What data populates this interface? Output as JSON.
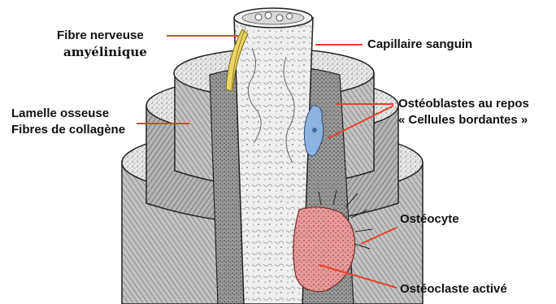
{
  "labels": {
    "fibre_nerveuse_line1": "Fibre nerveuse",
    "fibre_nerveuse_line2": "amyélinique",
    "capillaire": "Capillaire sanguin",
    "lamelle_line1": "Lamelle osseuse",
    "lamelle_line2": "Fibres de collagène",
    "osteoblastes_line1": "Ostéoblastes  au repos",
    "osteoblastes_line2": "« Cellules bordantes »",
    "osteocyte": "Ostéocyte",
    "osteoclaste": "Ostéoclaste activé"
  },
  "colors": {
    "leader_line": "#e8402a",
    "nerve_fibre": "#e9d466",
    "osteoblast": "#8fb3e0",
    "osteoclast": "#e79a9a",
    "text": "#111111"
  }
}
